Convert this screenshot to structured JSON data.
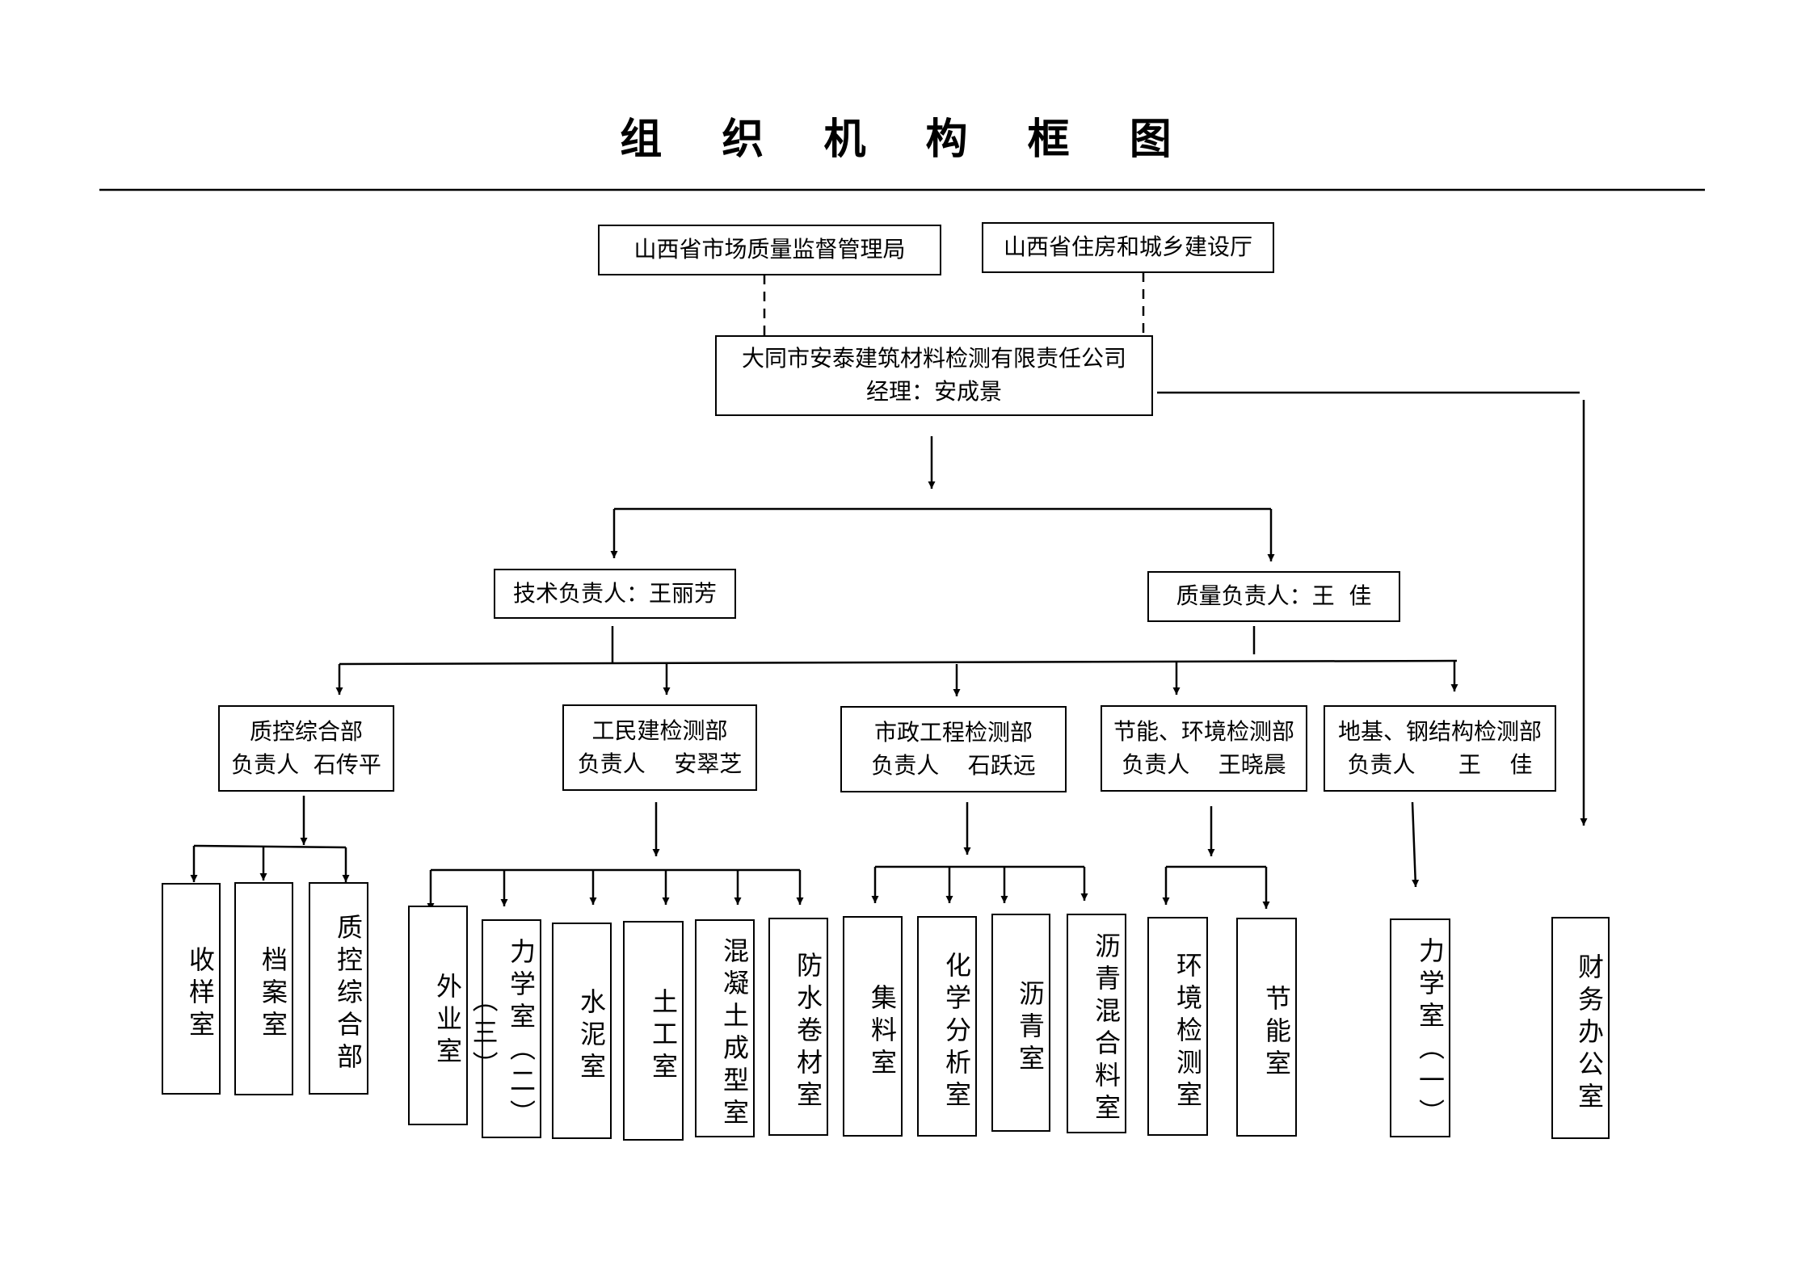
{
  "title": "组 织 机 构 框 图",
  "authorities": {
    "market": "山西省市场质量监督管理局",
    "housing": "山西省住房和城乡建设厅"
  },
  "company": {
    "name": "大同市安泰建筑材料检测有限责任公司",
    "manager": "经理：安成景"
  },
  "leads": {
    "tech": "技术负责人：王丽芳",
    "quality": "质量负责人：王  佳"
  },
  "departments": [
    {
      "name": "质控综合部",
      "head": "负责人  石传平"
    },
    {
      "name": "工民建检测部",
      "head": "负责人    安翠芝"
    },
    {
      "name": "市政工程检测部",
      "head": "负责人    石跃远"
    },
    {
      "name": "节能、环境检测部",
      "head": "负责人    王晓晨"
    },
    {
      "name": "地基、钢结构检测部",
      "head": "负责人      王    佳"
    }
  ],
  "rooms": {
    "qc": [
      "收样室",
      "档案室",
      "质控综合部"
    ],
    "civil": [
      "外业室",
      "力学室（二）（三）",
      "水泥室",
      "土工室",
      "混凝土成型室",
      "防水卷材室"
    ],
    "municipal": [
      "集料室",
      "化学分析室",
      "沥青室",
      "沥青混合料室"
    ],
    "energy": [
      "环境检测室",
      "节能室"
    ],
    "foundation": [
      "力学室（一）"
    ],
    "finance": [
      "财务办公室"
    ]
  }
}
